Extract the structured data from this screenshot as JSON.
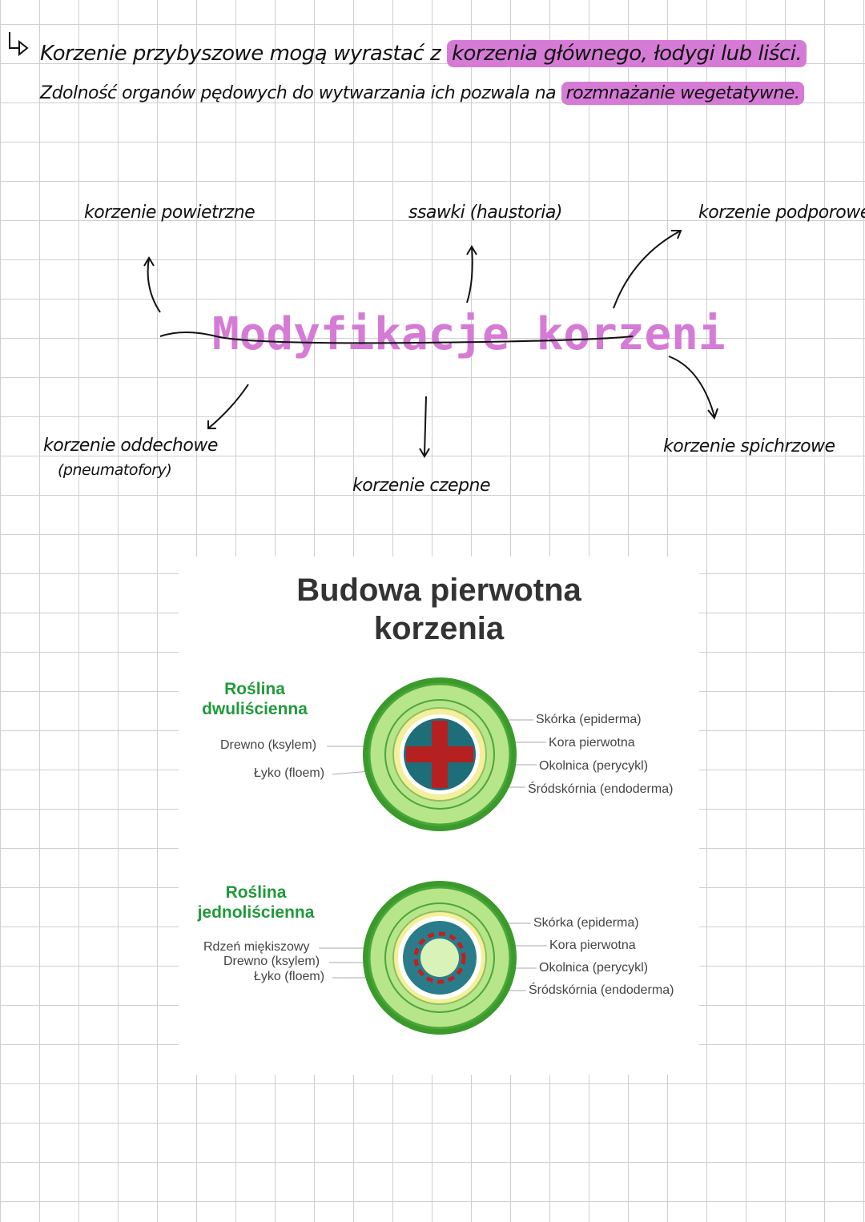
{
  "notes": {
    "bullet_icon": "arrow-bullet",
    "line1_plain": "Korzenie przybyszowe mogą wyrastać z",
    "line1_highlight": "korzenia głównego, łodygi lub liści.",
    "line2_plain": "Zdolność organów pędowych do wytwarzania ich pozwala na",
    "line2_highlight": "rozmnażanie wegetatywne.",
    "highlight_color": "#d57bd6"
  },
  "mindmap": {
    "title": "Modyfikacje korzeni",
    "branches": [
      "korzenie powietrzne",
      "ssawki (haustoria)",
      "korzenie podporowe",
      "korzenie oddechowe",
      "(pneumatofory)",
      "korzenie czepne",
      "korzenie spichrzowe"
    ]
  },
  "diagram": {
    "title_line1": "Budowa pierwotna",
    "title_line2": "korzenia",
    "dicot": {
      "name_line1": "Roślina",
      "name_line2": "dwuliścienna",
      "left_labels": [
        "Drewno (ksylem)",
        "Łyko (floem)"
      ],
      "right_labels": [
        "Skórka (epiderma)",
        "Kora pierwotna",
        "Okolnica (perycykl)",
        "Śródskórnia (endoderma)"
      ]
    },
    "monocot": {
      "name_line1": "Roślina",
      "name_line2": "jednoliścienna",
      "left_labels": [
        "Rdzeń miękiszowy",
        "Drewno (ksylem)",
        "Łyko (floem)"
      ],
      "right_labels": [
        "Skórka (epiderma)",
        "Kora pierwotna",
        "Okolnica (perycykl)",
        "Śródskórnia (endoderma)"
      ]
    }
  }
}
